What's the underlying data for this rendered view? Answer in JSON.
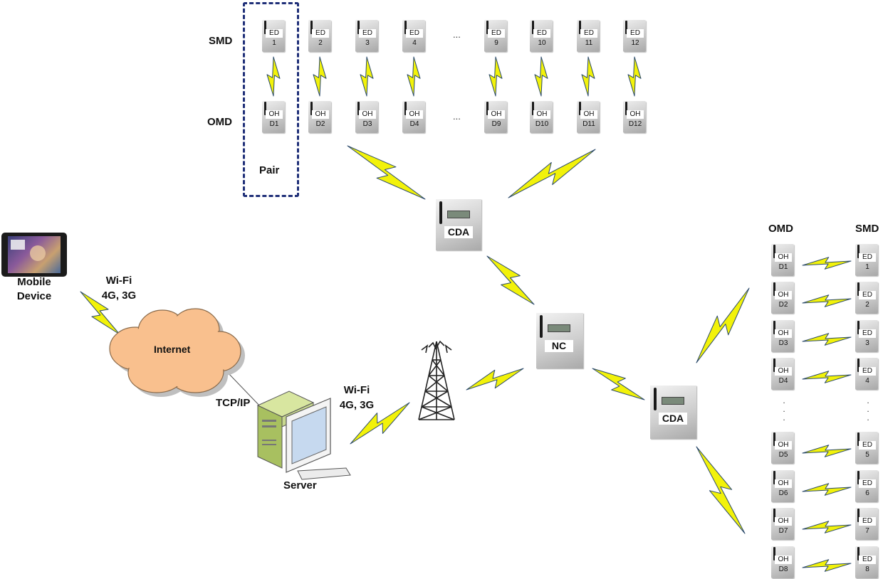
{
  "colors": {
    "bolt_fill": "#f2f20a",
    "bolt_stroke": "#2b4a6b",
    "cloud_fill": "#f9c08e",
    "pair_border": "#1f2f78",
    "link_line": "#555555"
  },
  "labels": {
    "smd_top": "SMD",
    "omd_top": "OMD",
    "pair": "Pair",
    "omd_right": "OMD",
    "smd_right": "SMD",
    "mobile_line1": "Mobile",
    "mobile_line2": "Device",
    "wifi_mobile_line1": "Wi-Fi",
    "wifi_mobile_line2": "4G, 3G",
    "internet": "Internet",
    "tcpip": "TCP/IP",
    "server": "Server",
    "wifi_server_line1": "Wi-Fi",
    "wifi_server_line2": "4G, 3G",
    "cda_top": "CDA",
    "cda_right": "CDA",
    "nc": "NC",
    "ellipsis": "..."
  },
  "top_smd": [
    {
      "t1": "ED",
      "t2": "1"
    },
    {
      "t1": "ED",
      "t2": "2"
    },
    {
      "t1": "ED",
      "t2": "3"
    },
    {
      "t1": "ED",
      "t2": "4"
    },
    {
      "t1": "ED",
      "t2": "9"
    },
    {
      "t1": "ED",
      "t2": "10"
    },
    {
      "t1": "ED",
      "t2": "11"
    },
    {
      "t1": "ED",
      "t2": "12"
    }
  ],
  "top_omd": [
    {
      "t1": "OH",
      "t2": "D1"
    },
    {
      "t1": "OH",
      "t2": "D2"
    },
    {
      "t1": "OH",
      "t2": "D3"
    },
    {
      "t1": "OH",
      "t2": "D4"
    },
    {
      "t1": "OH",
      "t2": "D9"
    },
    {
      "t1": "OH",
      "t2": "D10"
    },
    {
      "t1": "OH",
      "t2": "D11"
    },
    {
      "t1": "OH",
      "t2": "D12"
    }
  ],
  "right_omd": [
    {
      "t1": "OH",
      "t2": "D1"
    },
    {
      "t1": "OH",
      "t2": "D2"
    },
    {
      "t1": "OH",
      "t2": "D3"
    },
    {
      "t1": "OH",
      "t2": "D4"
    },
    {
      "t1": "OH",
      "t2": "D5"
    },
    {
      "t1": "OH",
      "t2": "D6"
    },
    {
      "t1": "OH",
      "t2": "D7"
    },
    {
      "t1": "OH",
      "t2": "D8"
    }
  ],
  "right_smd": [
    {
      "t1": "ED",
      "t2": "1"
    },
    {
      "t1": "ED",
      "t2": "2"
    },
    {
      "t1": "ED",
      "t2": "3"
    },
    {
      "t1": "ED",
      "t2": "4"
    },
    {
      "t1": "ED",
      "t2": "5"
    },
    {
      "t1": "ED",
      "t2": "6"
    },
    {
      "t1": "ED",
      "t2": "7"
    },
    {
      "t1": "ED",
      "t2": "8"
    }
  ]
}
